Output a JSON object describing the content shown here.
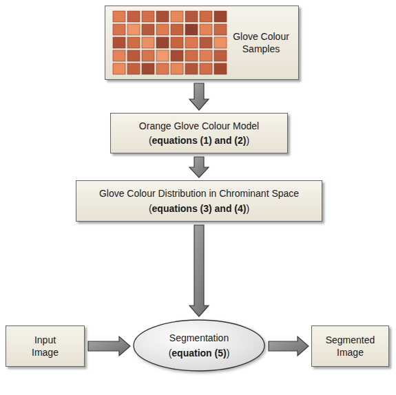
{
  "diagram": {
    "nodes": [
      {
        "text": [
          "Glove Colour Samples"
        ]
      },
      {
        "text": [
          "Orange Glove Colour Model",
          "(equations (1) and (2))"
        ]
      },
      {
        "text": [
          "Glove Colour Distribution in Chrominant Space",
          "(equations (3) and (4))"
        ]
      },
      {
        "text": [
          "Input Image"
        ]
      },
      {
        "text": [
          "Segmentation",
          "(equation (5))"
        ]
      },
      {
        "text": [
          "Segmented Image"
        ]
      }
    ],
    "edges": [
      {
        "from": 0,
        "to": 1,
        "arrow": "to"
      },
      {
        "from": 1,
        "to": 2,
        "arrow": "to"
      },
      {
        "from": 2,
        "to": 4,
        "arrow": "to"
      },
      {
        "from": 3,
        "to": 4,
        "arrow": "to"
      },
      {
        "from": 4,
        "to": 5,
        "arrow": "to"
      }
    ]
  }
}
